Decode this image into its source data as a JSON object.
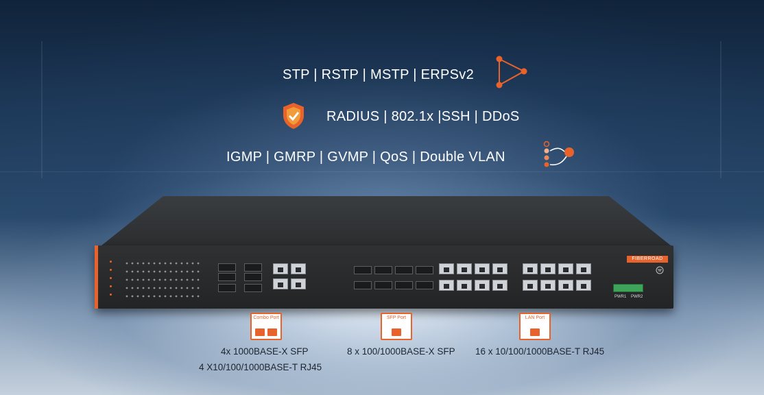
{
  "features": {
    "line1": "STP | RSTP | MSTP | ERPSv2",
    "line2": "RADIUS | 802.1x |SSH | DDoS",
    "line3": "IGMP | GMRP | GVMP | QoS | Double VLAN"
  },
  "device": {
    "brand": "FIBERROAD",
    "power_labels": [
      "PWR1",
      "PWR2"
    ]
  },
  "port_groups": [
    {
      "badge": "Combo Port",
      "caption_line1": "4x 1000BASE-X SFP",
      "caption_line2": "4 X10/100/1000BASE-T RJ45"
    },
    {
      "badge": "SFP Port",
      "caption_line1": "8 x 100/1000BASE-X SFP"
    },
    {
      "badge": "LAN Port",
      "caption_line1": "16 x 10/100/1000BASE-T RJ45"
    }
  ],
  "colors": {
    "accent": "#e8632c",
    "text_light": "#ffffff",
    "text_dark": "#1e2530"
  },
  "icons": {
    "ring": "ring-topology-icon",
    "shield": "security-shield-icon",
    "multicast": "multicast-icon"
  }
}
